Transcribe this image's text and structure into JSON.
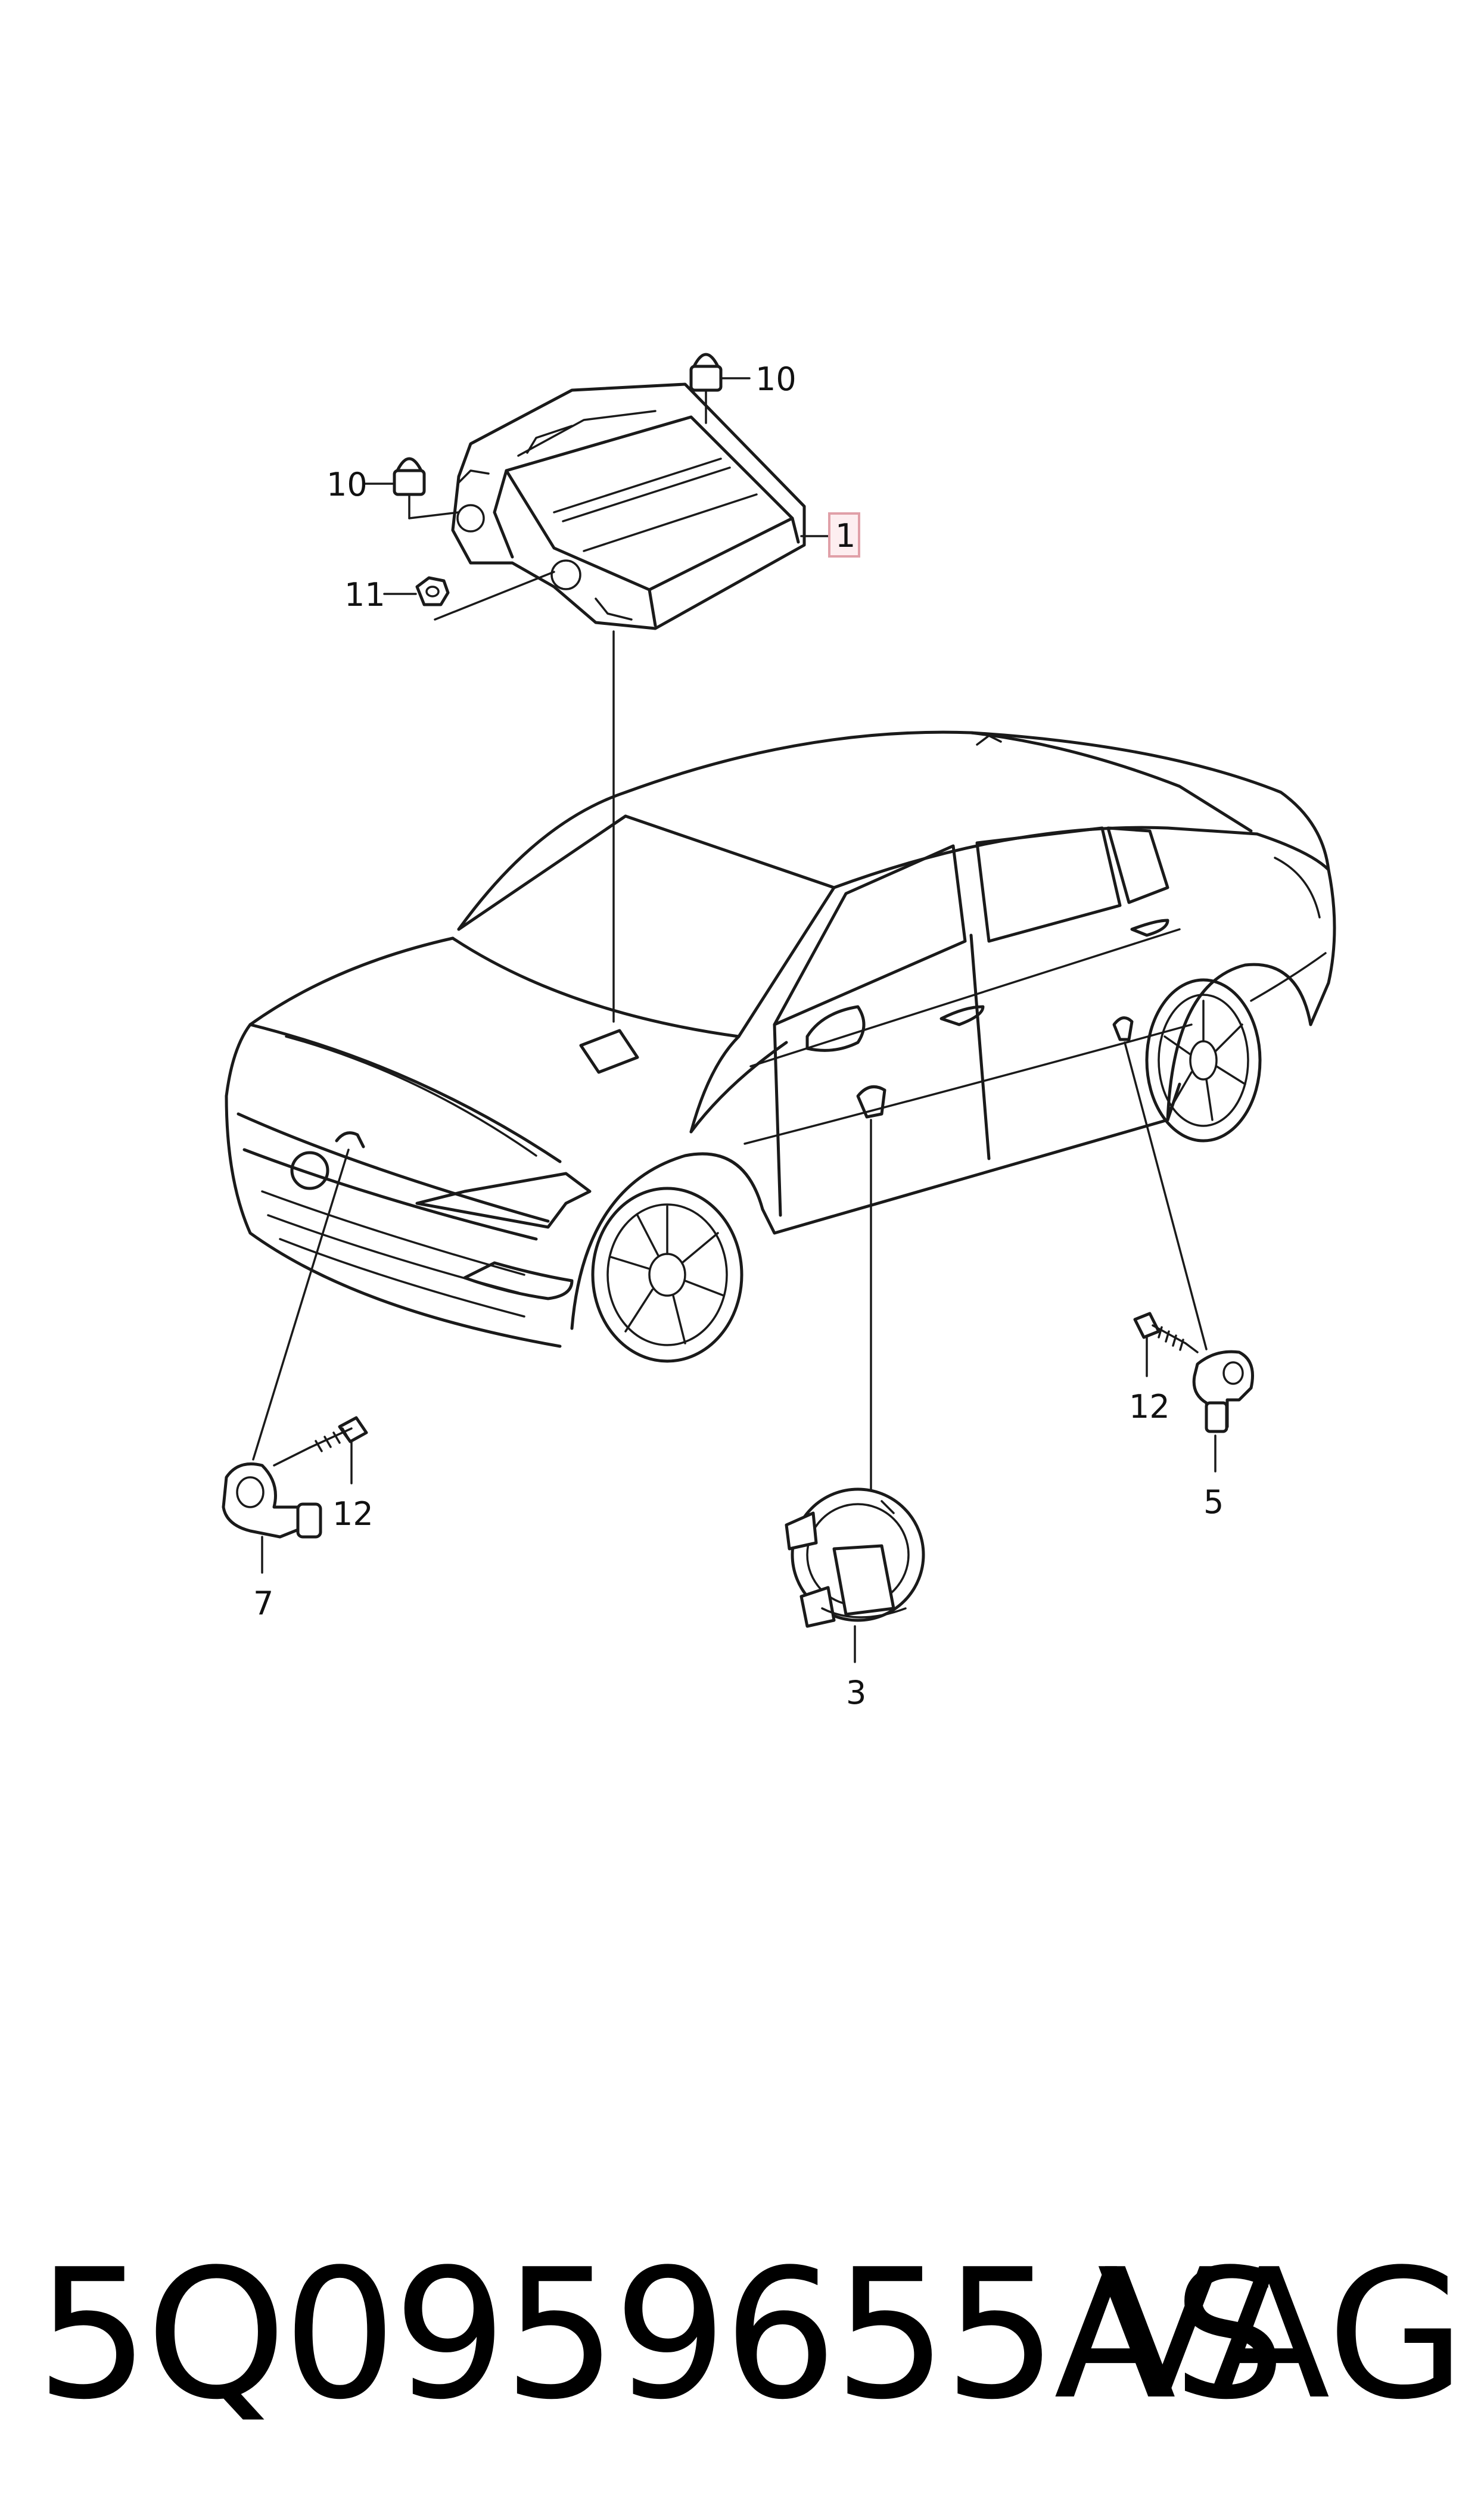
{
  "callouts": {
    "ecu": "1",
    "clock_spring": "3",
    "sensor_right": "5",
    "sensor_left": "7",
    "nut_top_right": "10",
    "nut_top_left": "10",
    "nut_small": "11",
    "bolt_right": "12",
    "bolt_left": "12"
  },
  "highlight_color": "#e0a0a8",
  "footer": {
    "part_number": "5Q0959655AS",
    "brand": "VAG"
  }
}
